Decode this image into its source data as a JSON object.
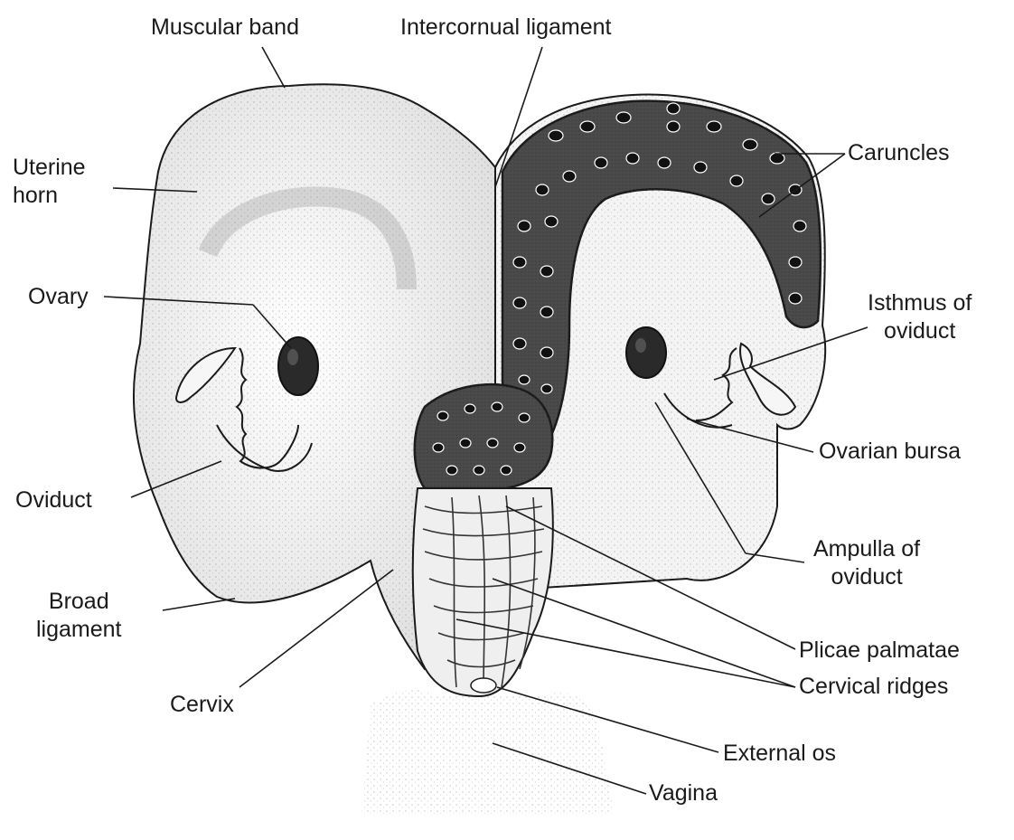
{
  "labels": {
    "muscular_band": "Muscular band",
    "intercornual_ligament": "Intercornual ligament",
    "uterine_horn": [
      "Uterine",
      "horn"
    ],
    "caruncles": "Caruncles",
    "ovary": "Ovary",
    "isthmus_of_oviduct": [
      "Isthmus of",
      "oviduct"
    ],
    "ovarian_bursa": "Ovarian bursa",
    "oviduct": "Oviduct",
    "ampulla_of_oviduct": [
      "Ampulla of",
      "oviduct"
    ],
    "broad_ligament": [
      "Broad",
      "ligament"
    ],
    "plicae_palmatae": "Plicae palmatae",
    "cervical_ridges": "Cervical ridges",
    "cervix": "Cervix",
    "external_os": "External os",
    "vagina": "Vagina"
  },
  "colors": {
    "ink": "#1a1a1a",
    "tissue": "#f2f2f2",
    "tissue_shade": "#d6d6d6",
    "mucosa": "#555555",
    "caruncle": "#111111",
    "ovary": "#2a2a2a"
  }
}
